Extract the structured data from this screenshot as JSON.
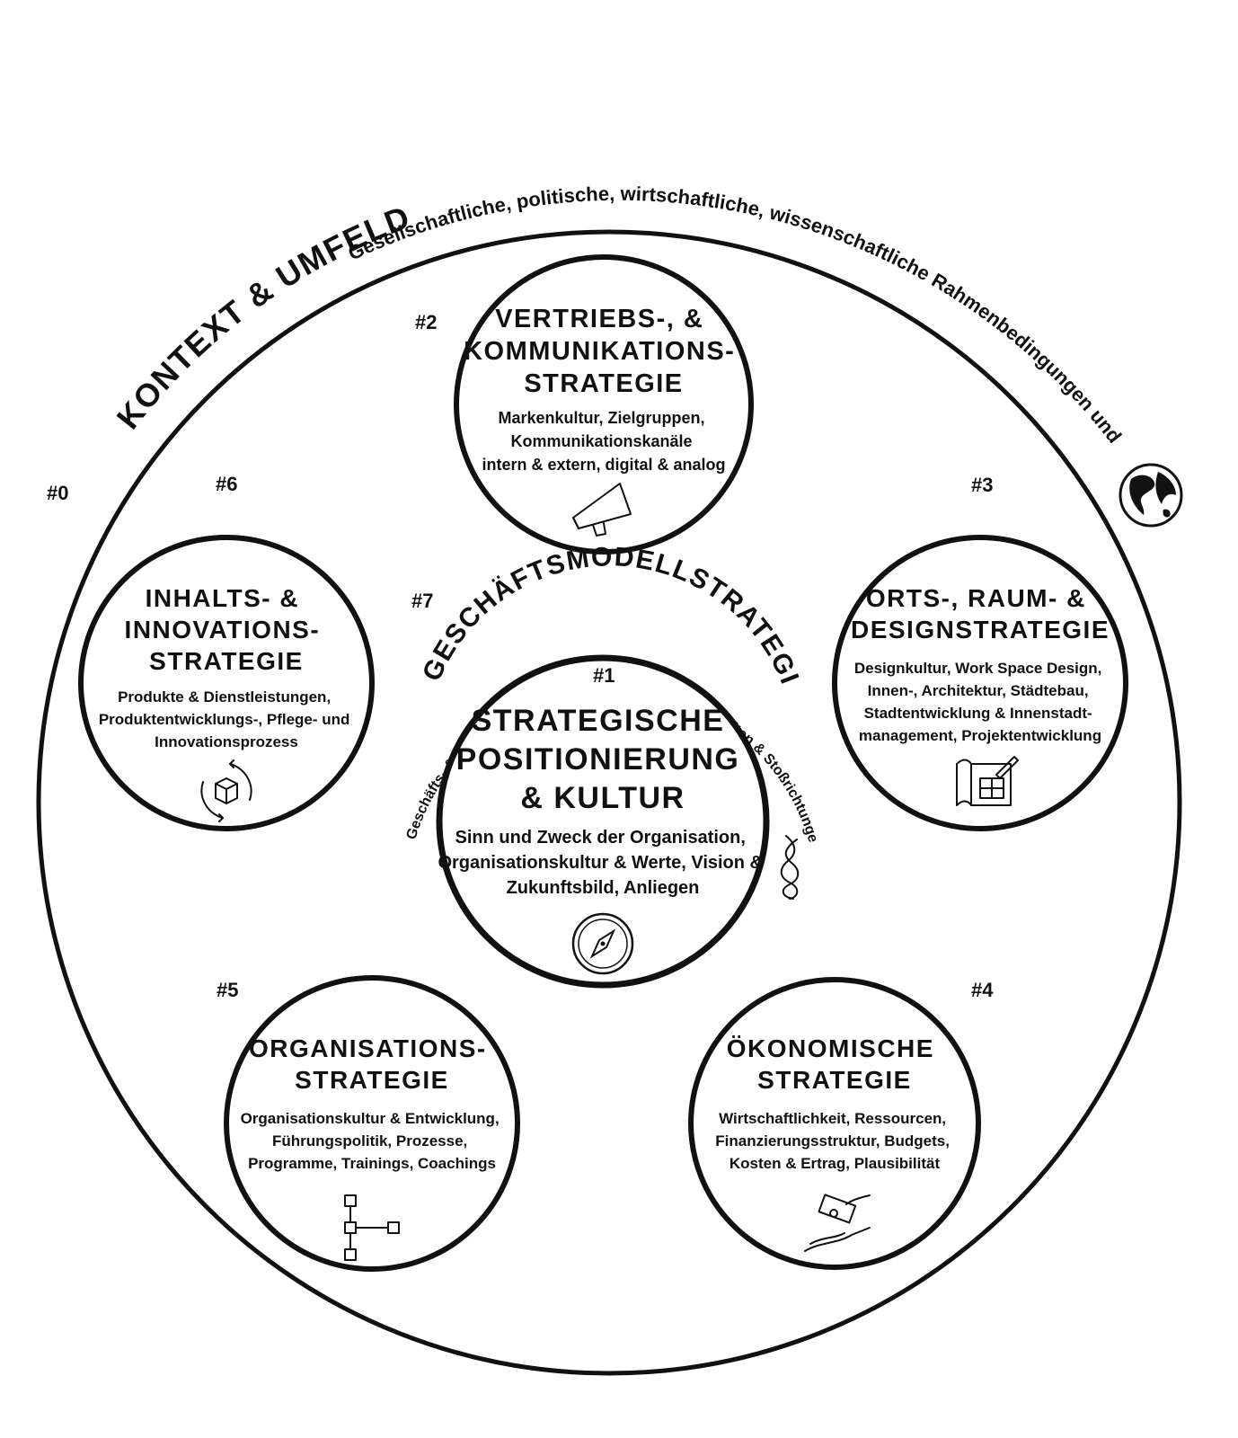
{
  "outer": {
    "number": "#0",
    "arc_title": "KONTEXT & UMFELD",
    "arc_subtitle": "Gesellschaftliche, politische, wirtschaftliche, wissenschaftliche Rahmenbedingungen und Einflüsse",
    "icon": "globe-icon"
  },
  "center": {
    "number": "#1",
    "title_lines": [
      "STRATEGISCHE",
      "POSITIONIERUNG",
      "& KULTUR"
    ],
    "body_lines": [
      "Sinn und Zweck der Organisation,",
      "Organisationskultur & Werte, Vision &",
      "Zukunftsbild, Anliegen"
    ],
    "icon": "compass-icon"
  },
  "business_model": {
    "number": "#7",
    "arc_title": "GESCHÄFTSMODELLSTRATEGIE",
    "arc_subtitle": "Geschäfts- & Marktmodelle, strategische Geschäftseinheiten & Stoßrichtungen, Partnerschaften",
    "icon": "knot-icon"
  },
  "strategies": [
    {
      "id": "vertrieb",
      "number": "#2",
      "title_lines": [
        "VERTRIEBS-, &",
        "KOMMUNIKATIONS-",
        "STRATEGIE"
      ],
      "body_lines": [
        "Markenkultur, Zielgruppen,",
        "Kommunikationskanäle",
        "intern & extern, digital & analog"
      ],
      "icon": "megaphone-icon"
    },
    {
      "id": "orts",
      "number": "#3",
      "title_lines": [
        "ORTS-, RAUM- &",
        "DESIGNSTRATEGIE"
      ],
      "body_lines": [
        "Designkultur, Work Space Design,",
        "Innen-, Architektur, Städtebau,",
        "Stadtentwicklung & Innenstadt-",
        "management, Projektentwicklung"
      ],
      "icon": "blueprint-icon"
    },
    {
      "id": "oekonomisch",
      "number": "#4",
      "title_lines": [
        "ÖKONOMISCHE",
        "STRATEGIE"
      ],
      "body_lines": [
        "Wirtschaftlichkeit, Ressourcen,",
        "Finanzierungsstruktur, Budgets,",
        "Kosten & Ertrag, Plausibilität"
      ],
      "icon": "money-hand-icon"
    },
    {
      "id": "organisation",
      "number": "#5",
      "title_lines": [
        "ORGANISATIONS-",
        "STRATEGIE"
      ],
      "body_lines": [
        "Organisationskultur & Entwicklung,",
        "Führungspolitik, Prozesse,",
        "Programme, Trainings, Coachings"
      ],
      "icon": "org-chart-icon"
    },
    {
      "id": "inhalt",
      "number": "#6",
      "title_lines": [
        "INHALTS- &",
        "INNOVATIONS-",
        "STRATEGIE"
      ],
      "body_lines": [
        "Produkte & Dienstleistungen,",
        "Produktentwicklungs-, Pflege- und",
        "Innovationsprozess"
      ],
      "icon": "product-cycle-icon"
    }
  ]
}
